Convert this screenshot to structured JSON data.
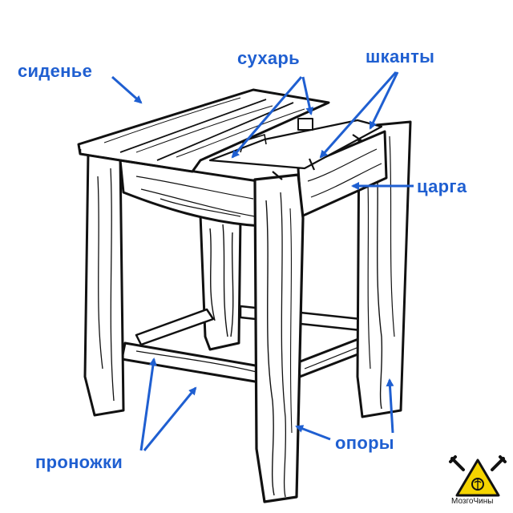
{
  "labels": {
    "seat": "сиденье",
    "cracker": "сухарь",
    "dowels": "шканты",
    "apron": "царга",
    "legs": "опоры",
    "rungs": "проножки"
  },
  "logo": {
    "text": "МозгоЧины",
    "icon": "brain-warning-wrench-icon"
  },
  "colors": {
    "label": "#1f5fd1",
    "arrow": "#1f5fd1",
    "ink": "#111111",
    "logo_yellow": "#f5d400"
  }
}
